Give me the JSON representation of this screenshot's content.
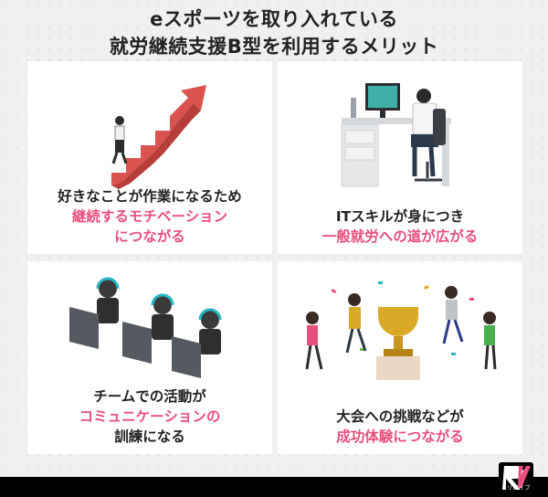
{
  "title": {
    "line1": "eスポーツを取り入れている",
    "line2": "就労継続支援B型を利用するメリット"
  },
  "cards": [
    {
      "line1": "好きなことが作業になるため",
      "line2": "継続するモチベーション",
      "line3": "につながる"
    },
    {
      "line1": "ITスキルが身につき",
      "line2": "一般就労への道が広がる"
    },
    {
      "line1": "チームでの活動が",
      "line2": "コミュニケーションの",
      "line3": "訓練になる"
    },
    {
      "line1": "大会への挑戦などが",
      "line2": "成功体験につながる"
    }
  ],
  "logo": {
    "text": "リバイブ"
  },
  "colors": {
    "accent_pink": "#e94f7e",
    "arrow_red": "#d9534f",
    "trophy_gold": "#d9a928",
    "background": "#eef0f2"
  }
}
